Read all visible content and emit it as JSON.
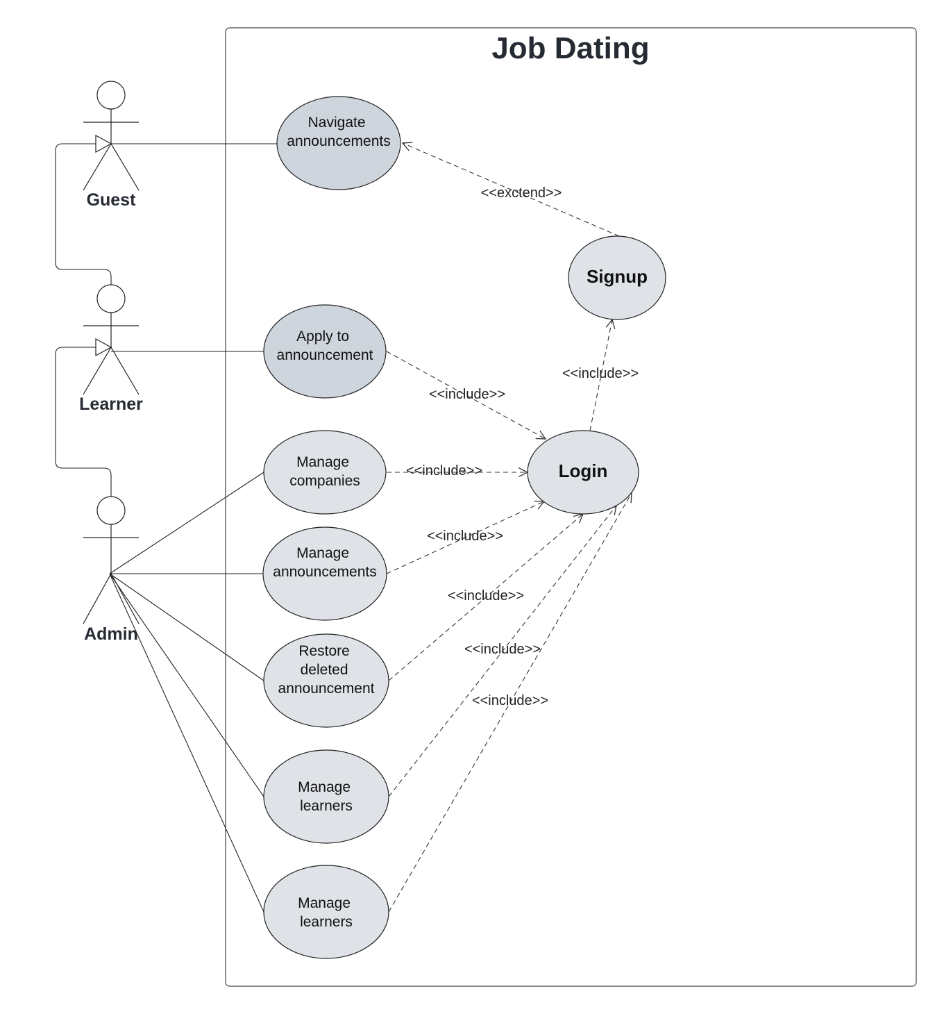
{
  "system": {
    "title": "Job Dating"
  },
  "actors": {
    "guest": "Guest",
    "learner": "Learner",
    "admin": "Admin"
  },
  "use_cases": {
    "navigate_announcements": [
      "Navigate",
      "announcements"
    ],
    "apply_to_announcement": [
      "Apply to",
      "announcement"
    ],
    "signup": [
      "Signup"
    ],
    "login": [
      "Login"
    ],
    "manage_companies": [
      "Manage",
      "companies"
    ],
    "manage_announcements": [
      "Manage",
      "announcements"
    ],
    "restore_deleted_announcement": [
      "Restore",
      "deleted",
      "announcement"
    ],
    "manage_learners_1": [
      "Manage",
      "learners"
    ],
    "manage_learners_2": [
      "Manage",
      "learners"
    ]
  },
  "relations": {
    "extend_label": "<<exctend>>",
    "include_label": "<<include>>"
  },
  "colors": {
    "use_case_dark": "#cfd5dd",
    "use_case_light": "#dfe2e7",
    "outline": "#222222"
  }
}
